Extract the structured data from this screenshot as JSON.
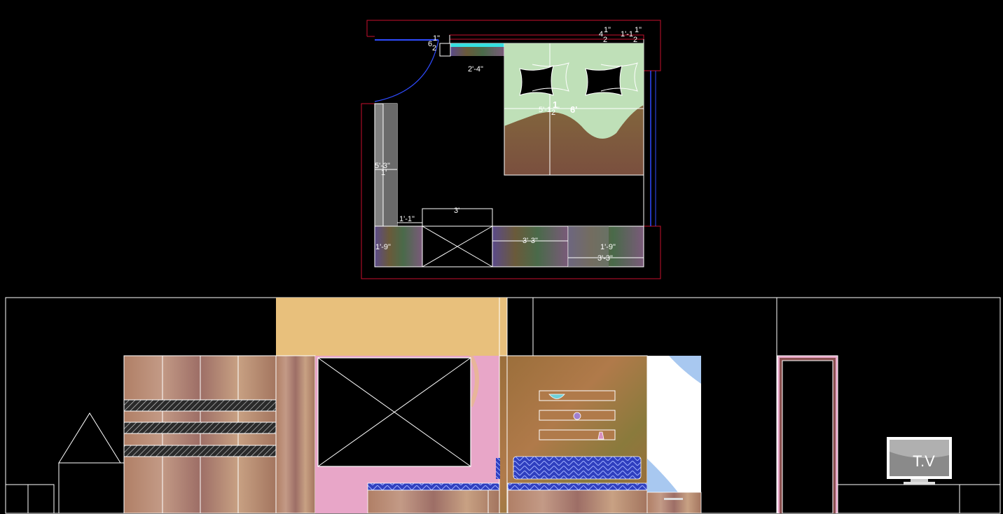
{
  "plan": {
    "dims": {
      "top_offset": "6",
      "top_offset_frac": "1\"",
      "top_offset_den": "2",
      "top_right_a": "4",
      "top_right_a_frac": "1\"",
      "top_right_a_den": "2",
      "top_right_b": "1'-1",
      "top_right_b_frac": "1\"",
      "top_right_b_den": "2",
      "bedside": "2'-4\"",
      "bed_width": "5'-1",
      "bed_width_frac": "1",
      "bed_width_den": "2",
      "bed_width_tail": "\"",
      "bed_length": "6'",
      "wardrobe_side": "5'-3\"",
      "wardrobe_side_2": "1'",
      "gap": "1'-1\"",
      "tv_unit": "3'",
      "left_unit": "1'-9\"",
      "mid_unit": "3'-3\"",
      "right_unit": "1'-9\"",
      "right_unit_2": "3'-3\""
    }
  },
  "elevation": {
    "tv_label": "T.V"
  },
  "colors": {
    "wall_red": "#c8102e",
    "door_blue": "#2f4bff",
    "cad_white": "#ffffff",
    "wood": "#9a6a4a",
    "beige": "#e8c07c",
    "pink": "#e8a6c8",
    "cyan": "#36e0e0"
  }
}
